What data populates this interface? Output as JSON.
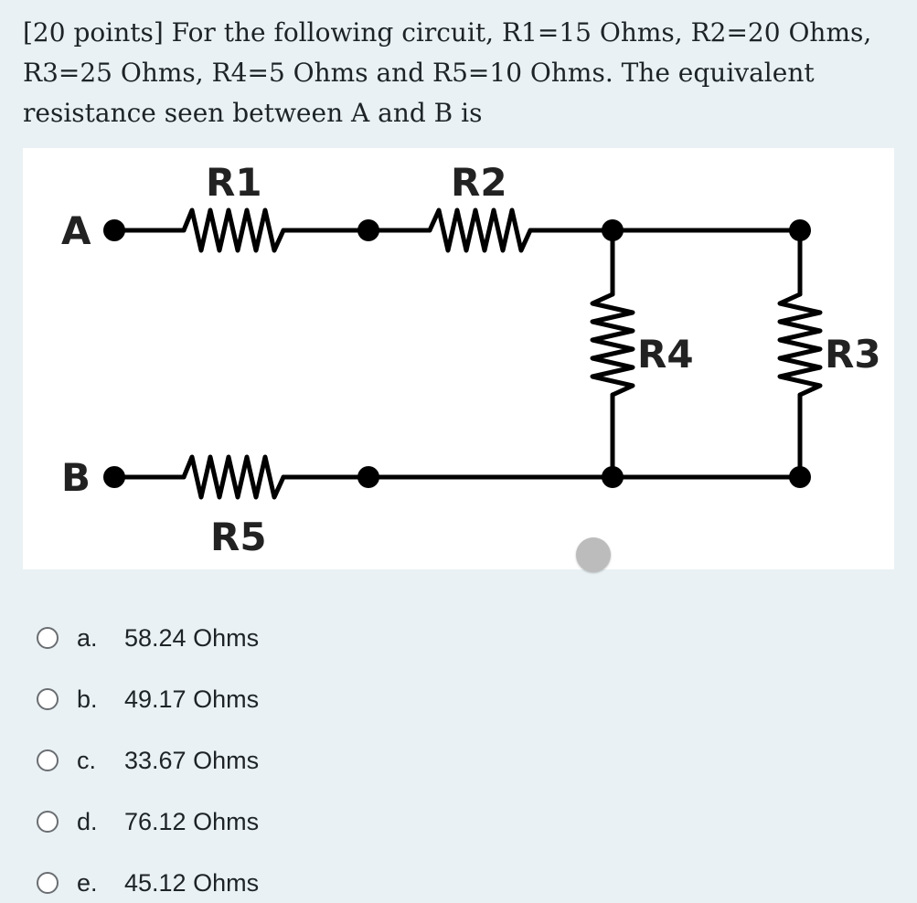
{
  "question": {
    "text": "[20 points] For the following circuit, R1=15 Ohms, R2=20 Ohms, R3=25 Ohms, R4=5 Ohms and R5=10 Ohms. The equivalent resistance seen between A and B is"
  },
  "circuit": {
    "labels": {
      "r1": "R1",
      "r2": "R2",
      "r3": "R3",
      "r4": "R4",
      "r5": "R5",
      "a": "A",
      "b": "B"
    }
  },
  "options": [
    {
      "letter": "a.",
      "text": "58.24 Ohms"
    },
    {
      "letter": "b.",
      "text": "49.17 Ohms"
    },
    {
      "letter": "c.",
      "text": "33.67 Ohms"
    },
    {
      "letter": "d.",
      "text": "76.12 Ohms"
    },
    {
      "letter": "e.",
      "text": "45.12 Ohms"
    }
  ]
}
